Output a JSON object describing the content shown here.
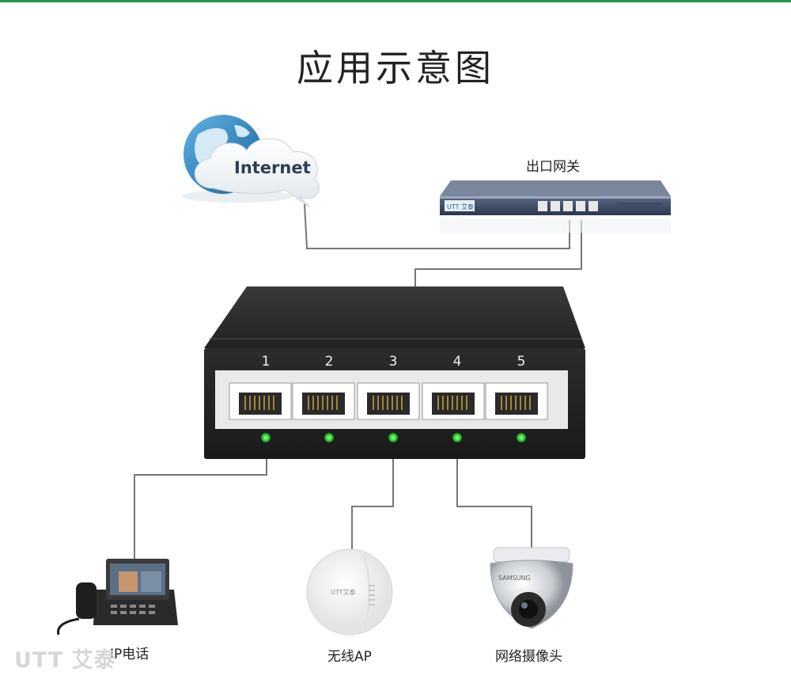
{
  "colors": {
    "accent_line": "#1e9a4a",
    "cable": "#777777",
    "switch_body": "#2a2a2a",
    "led": "#3ee23e",
    "globe": "#2a7ab5"
  },
  "title": "应用示意图",
  "internet": {
    "label": "Internet",
    "icon": "globe-cloud-icon"
  },
  "gateway": {
    "label": "出口网关",
    "brand": "UTT 艾泰"
  },
  "switch": {
    "ports": [
      "1",
      "2",
      "3",
      "4",
      "5"
    ]
  },
  "devices": {
    "ip_phone": {
      "label": "IP电话",
      "icon": "ip-phone-icon"
    },
    "wireless_ap": {
      "label": "无线AP",
      "brand": "UTT艾泰",
      "icon": "wireless-ap-icon"
    },
    "ip_camera": {
      "label": "网络摄像头",
      "brand": "SAMSUNG",
      "icon": "dome-camera-icon"
    }
  },
  "watermark": "UTT 艾泰"
}
